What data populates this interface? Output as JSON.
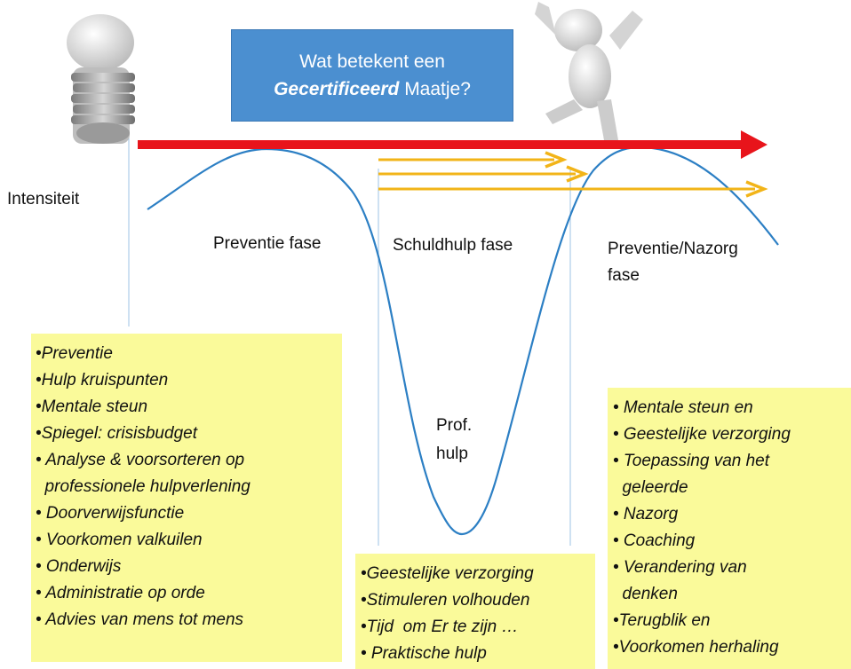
{
  "title": {
    "line1": "Wat betekent een",
    "emphasis": "Gecertificeerd",
    "line2_rest": "Maatje?"
  },
  "y_label": "Intensiteit",
  "phases": {
    "prevention": "Preventie fase",
    "debt_help": "Schuldhulp fase",
    "aftercare_line1": "Preventie/Nazorg",
    "aftercare_line2": "fase"
  },
  "prof_help": {
    "line1": "Prof.",
    "line2": "hulp"
  },
  "boxes": {
    "left": [
      "•Preventie",
      "•Hulp kruispunten",
      "•Mentale steun",
      "•Spiegel: crisisbudget",
      "• Analyse & voorsorteren op",
      "  professionele hulpverlening",
      "• Doorverwijsfunctie",
      "• Voorkomen valkuilen",
      "• Onderwijs",
      "• Administratie op orde",
      "• Advies van mens tot mens"
    ],
    "middle": [
      "•Geestelijke verzorging",
      "•Stimuleren volhouden",
      "•Tijd  om Er te zijn …",
      "• Praktische hulp"
    ],
    "right": [
      "• Mentale steun en",
      "• Geestelijke verzorging",
      "• Toepassing van het",
      "  geleerde",
      "• Nazorg",
      "• Coaching",
      "• Verandering van",
      "  denken",
      "•Terugblik en",
      "•Voorkomen herhaling"
    ]
  },
  "colors": {
    "red_arrow": "#e8141b",
    "yellow_arrow": "#f2b418",
    "curve": "#2c7fc4",
    "note_bg": "#fafa9a",
    "title_bg": "#4b8fd0"
  },
  "icons": [
    "worried-person-icon",
    "jumping-person-icon"
  ]
}
